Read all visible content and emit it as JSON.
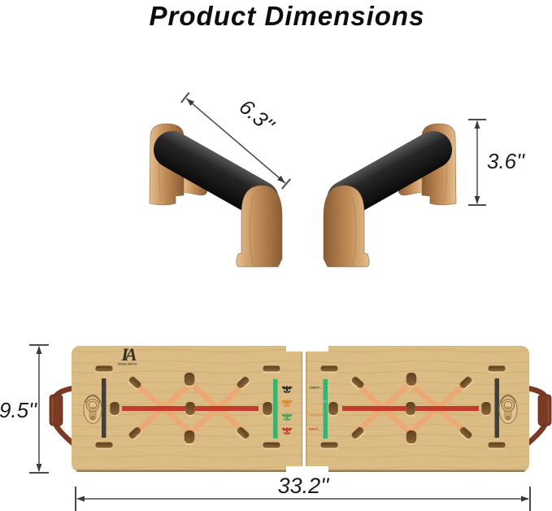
{
  "title": "Product Dimensions",
  "handles": {
    "length_label": "6.3''",
    "height_label": "3.6''"
  },
  "board": {
    "depth_label": "9.5''",
    "length_label": "33.2''",
    "logo_text": "IA",
    "logo_subtext": "Mobile Athletic",
    "muscle_labels": {
      "chest": "CHEST....",
      "shoulder": "SHOULDER",
      "triceps": "TRICEPS...",
      "back": "BACK...."
    },
    "colors": {
      "wood_base": "#dabc84",
      "slot_dark": "#5e4022",
      "red_line": "#c23b2b",
      "orange_cross": "#eda873",
      "green_strip": "#35b572",
      "black_bar": "#3f3f3f",
      "strap": "#7a3a24",
      "brass": "#c9a86a",
      "label_chest": "#3a352c",
      "label_shoulder": "#cbbc96",
      "label_triceps": "#e0862c",
      "label_back": "#c0392b"
    }
  },
  "handle_colors": {
    "wood_light": "#e5be8d",
    "wood_dark": "#8a5c33",
    "bar_black": "#1b1b1b"
  }
}
